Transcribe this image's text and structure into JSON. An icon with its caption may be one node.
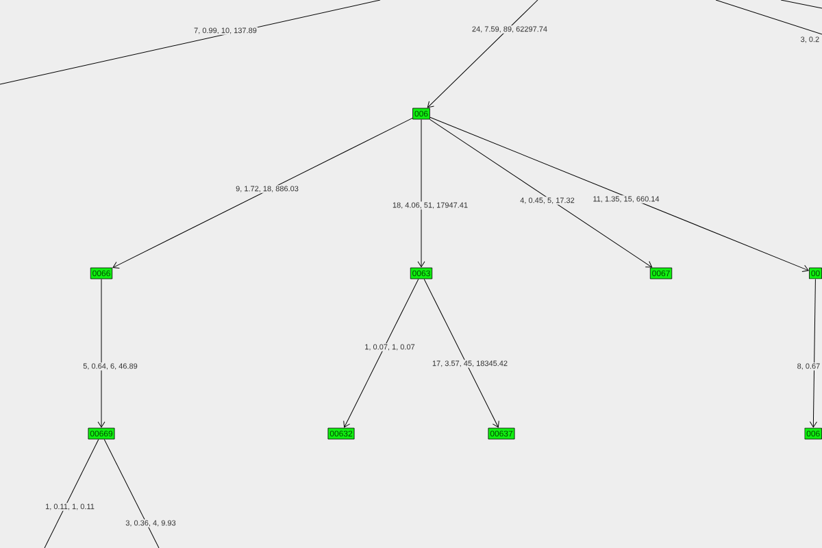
{
  "diagram": {
    "nodes": [
      {
        "text": [
          "006"
        ]
      },
      {
        "text": [
          "0066"
        ]
      },
      {
        "text": [
          "0063"
        ]
      },
      {
        "text": [
          "0067"
        ]
      },
      {
        "text": [
          "00"
        ]
      },
      {
        "text": [
          "00669"
        ]
      },
      {
        "text": [
          "00632"
        ]
      },
      {
        "text": [
          "00637"
        ]
      },
      {
        "text": [
          "006"
        ]
      }
    ],
    "edges": [
      {
        "from": null,
        "to": 0,
        "arrow": "to",
        "label": "24, 7.59, 89, 62297.74"
      },
      {
        "from": 0,
        "to": 1,
        "arrow": "to",
        "label": "9, 1.72, 18, 886.03"
      },
      {
        "from": 0,
        "to": 2,
        "arrow": "to",
        "label": "18, 4.06, 51, 17947.41"
      },
      {
        "from": 0,
        "to": 3,
        "arrow": "to",
        "label": "4, 0.45, 5, 17.32"
      },
      {
        "from": 0,
        "to": 4,
        "arrow": "to",
        "label": "11, 1.35, 15, 660.14"
      },
      {
        "from": 1,
        "to": 5,
        "arrow": "to",
        "label": "5, 0.64, 6, 46.89"
      },
      {
        "from": 2,
        "to": 6,
        "arrow": "to",
        "label": "1, 0.07, 1, 0.07"
      },
      {
        "from": 2,
        "to": 7,
        "arrow": "to",
        "label": "17, 3.57, 45, 18345.42"
      },
      {
        "from": 4,
        "to": 8,
        "arrow": "to",
        "label": "8, 0.67"
      },
      {
        "from": 5,
        "to": null,
        "arrow": "none",
        "label": "1, 0.11, 1, 0.11"
      },
      {
        "from": 5,
        "to": null,
        "arrow": "none",
        "label": "3, 0.36, 4, 9.93"
      }
    ],
    "labels": [
      "7, 0.99, 10, 137.89",
      "3, 0.2"
    ]
  }
}
